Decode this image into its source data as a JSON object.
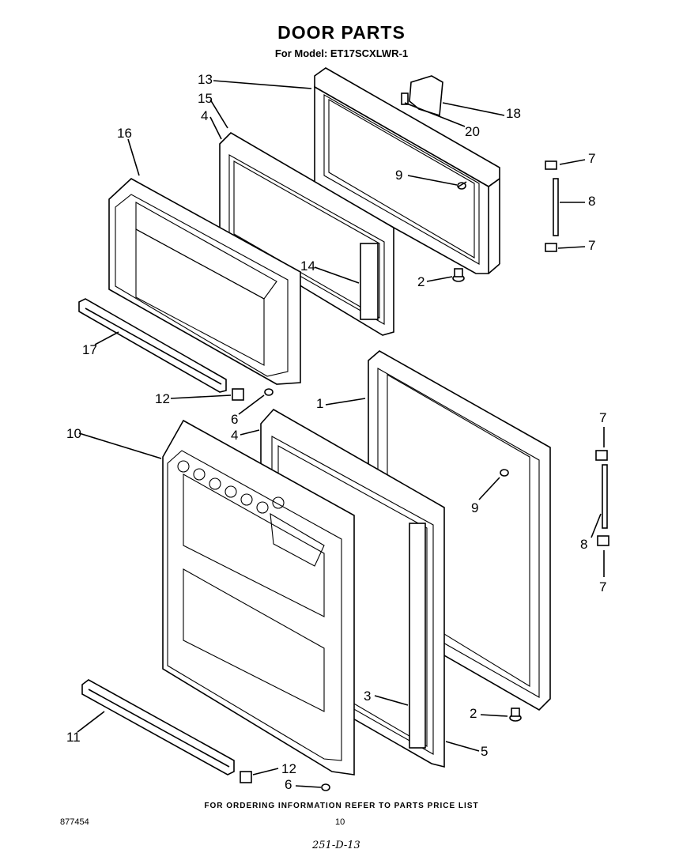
{
  "title": "DOOR PARTS",
  "subtitle": "For Model: ET17SCXLWR-1",
  "callouts": [
    {
      "id": "c13",
      "text": "13"
    },
    {
      "id": "c15",
      "text": "15"
    },
    {
      "id": "c4a",
      "text": "4"
    },
    {
      "id": "c16",
      "text": "16"
    },
    {
      "id": "c18",
      "text": "18"
    },
    {
      "id": "c20",
      "text": "20"
    },
    {
      "id": "c9a",
      "text": "9"
    },
    {
      "id": "c7a",
      "text": "7"
    },
    {
      "id": "c8a",
      "text": "8"
    },
    {
      "id": "c7b",
      "text": "7"
    },
    {
      "id": "c14",
      "text": "14"
    },
    {
      "id": "c2a",
      "text": "2"
    },
    {
      "id": "c17",
      "text": "17"
    },
    {
      "id": "c12a",
      "text": "12"
    },
    {
      "id": "c6a",
      "text": "6"
    },
    {
      "id": "c1",
      "text": "1"
    },
    {
      "id": "c10",
      "text": "10"
    },
    {
      "id": "c4b",
      "text": "4"
    },
    {
      "id": "c7c",
      "text": "7"
    },
    {
      "id": "c9b",
      "text": "9"
    },
    {
      "id": "c8b",
      "text": "8"
    },
    {
      "id": "c7d",
      "text": "7"
    },
    {
      "id": "c3",
      "text": "3"
    },
    {
      "id": "c2b",
      "text": "2"
    },
    {
      "id": "c5",
      "text": "5"
    },
    {
      "id": "c11",
      "text": "11"
    },
    {
      "id": "c12b",
      "text": "12"
    },
    {
      "id": "c6b",
      "text": "6"
    }
  ],
  "footer": "FOR ORDERING INFORMATION REFER TO PARTS PRICE LIST",
  "doc_number": "877454",
  "page_number": "10",
  "handwritten_note": "251-D-13"
}
